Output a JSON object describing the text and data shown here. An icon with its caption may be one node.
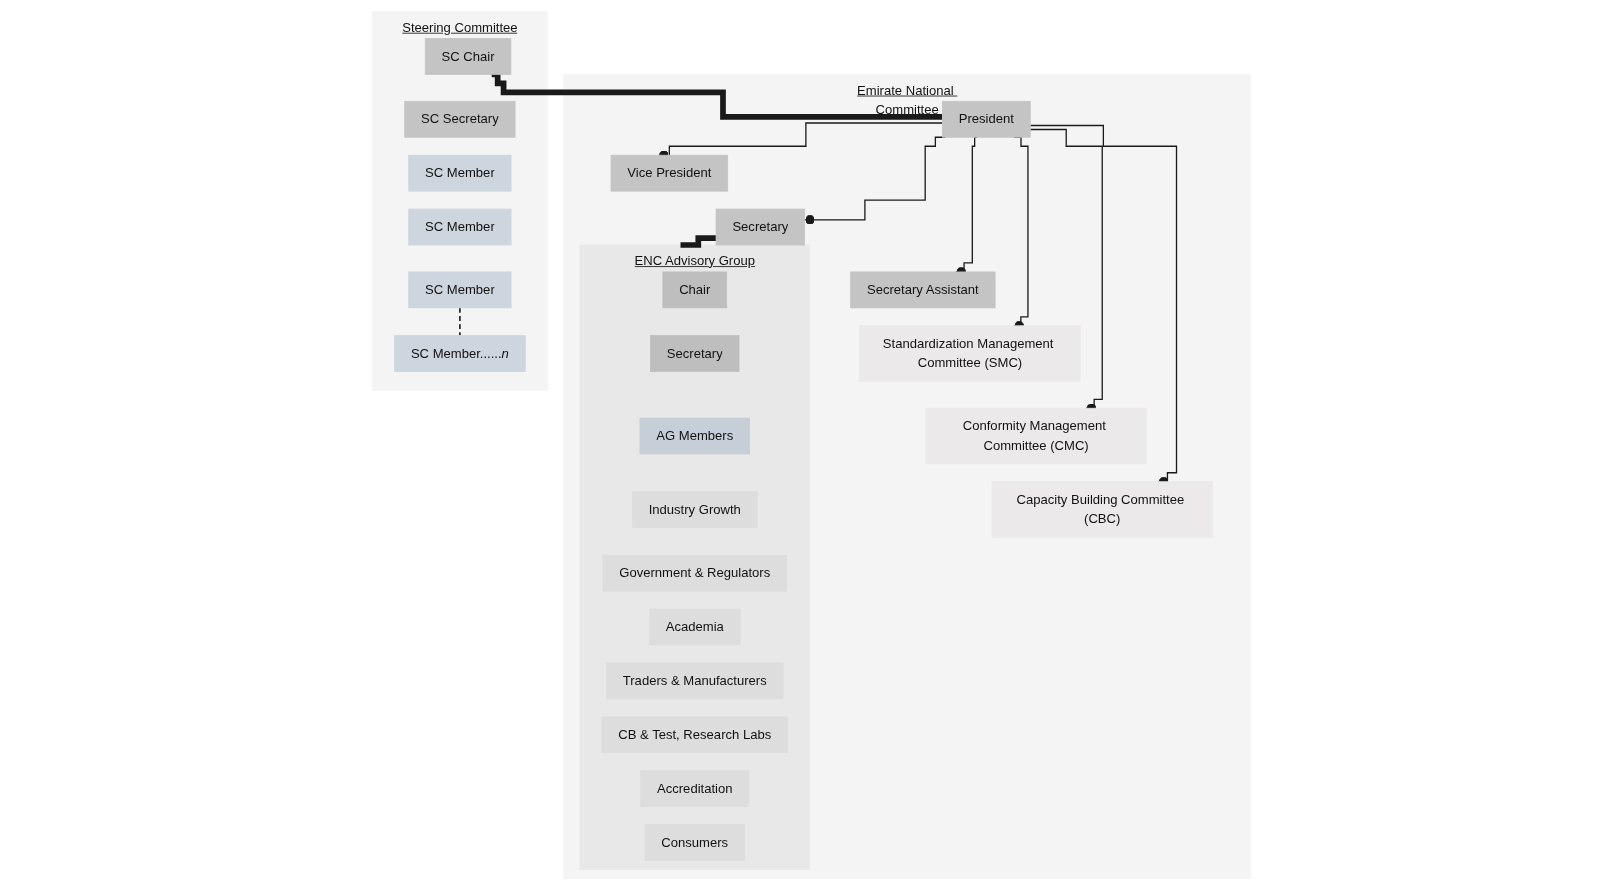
{
  "diagram": {
    "nodes": [
      {
        "text": [
          "Steering Committee"
        ]
      },
      {
        "text": [
          "SC Chair"
        ],
        "in": 0
      },
      {
        "text": [
          "SC Secretary"
        ],
        "in": 0
      },
      {
        "text": [
          "SC Member"
        ],
        "in": 0
      },
      {
        "text": [
          "SC Member"
        ],
        "in": 0
      },
      {
        "text": [
          "SC Member"
        ],
        "in": 0
      },
      {
        "text": [
          "SC Member......*n*"
        ],
        "in": 0
      },
      {
        "text": [
          "Emirate National Committee"
        ]
      },
      {
        "text": [
          "President"
        ],
        "in": 7
      },
      {
        "text": [
          "Vice President"
        ],
        "in": 7
      },
      {
        "text": [
          "Secretary"
        ],
        "in": 7
      },
      {
        "text": [
          "Secretary Assistant"
        ],
        "in": 7
      },
      {
        "text": [
          "Standardization Management Committee (SMC)"
        ],
        "in": 7
      },
      {
        "text": [
          "Conformity Management Committee (CMC)"
        ],
        "in": 7
      },
      {
        "text": [
          "Capacity Building Committee (CBC)"
        ],
        "in": 7
      },
      {
        "text": [
          "ENC Advisory Group"
        ],
        "in": 7
      },
      {
        "text": [
          "Chair"
        ],
        "in": 15
      },
      {
        "text": [
          "Secretary"
        ],
        "in": 15
      },
      {
        "text": [
          "AG Members"
        ],
        "in": 15
      },
      {
        "text": [
          "Industry Growth"
        ],
        "in": 15
      },
      {
        "text": [
          "Government & Regulators"
        ],
        "in": 15
      },
      {
        "text": [
          "Academia"
        ],
        "in": 15
      },
      {
        "text": [
          "Traders & Manufacturers"
        ],
        "in": 15
      },
      {
        "text": [
          "CB & Test, Research Labs"
        ],
        "in": 15
      },
      {
        "text": [
          "Accreditation"
        ],
        "in": 15
      },
      {
        "text": [
          "Consumers"
        ],
        "in": 15
      }
    ],
    "edges": [
      {
        "from": 1,
        "to": 8,
        "arrow": "none",
        "style": "thick"
      },
      {
        "from": 5,
        "to": 6,
        "arrow": "none",
        "style": "dashed"
      },
      {
        "from": 8,
        "to": 9,
        "arrow": "other"
      },
      {
        "from": 8,
        "to": 10,
        "arrow": "other"
      },
      {
        "from": 8,
        "to": 11,
        "arrow": "other"
      },
      {
        "from": 8,
        "to": 12,
        "arrow": "other"
      },
      {
        "from": 8,
        "to": 13,
        "arrow": "other"
      },
      {
        "from": 8,
        "to": 14,
        "arrow": "other"
      },
      {
        "from": 10,
        "to": 15,
        "arrow": "none",
        "style": "thick"
      }
    ]
  }
}
